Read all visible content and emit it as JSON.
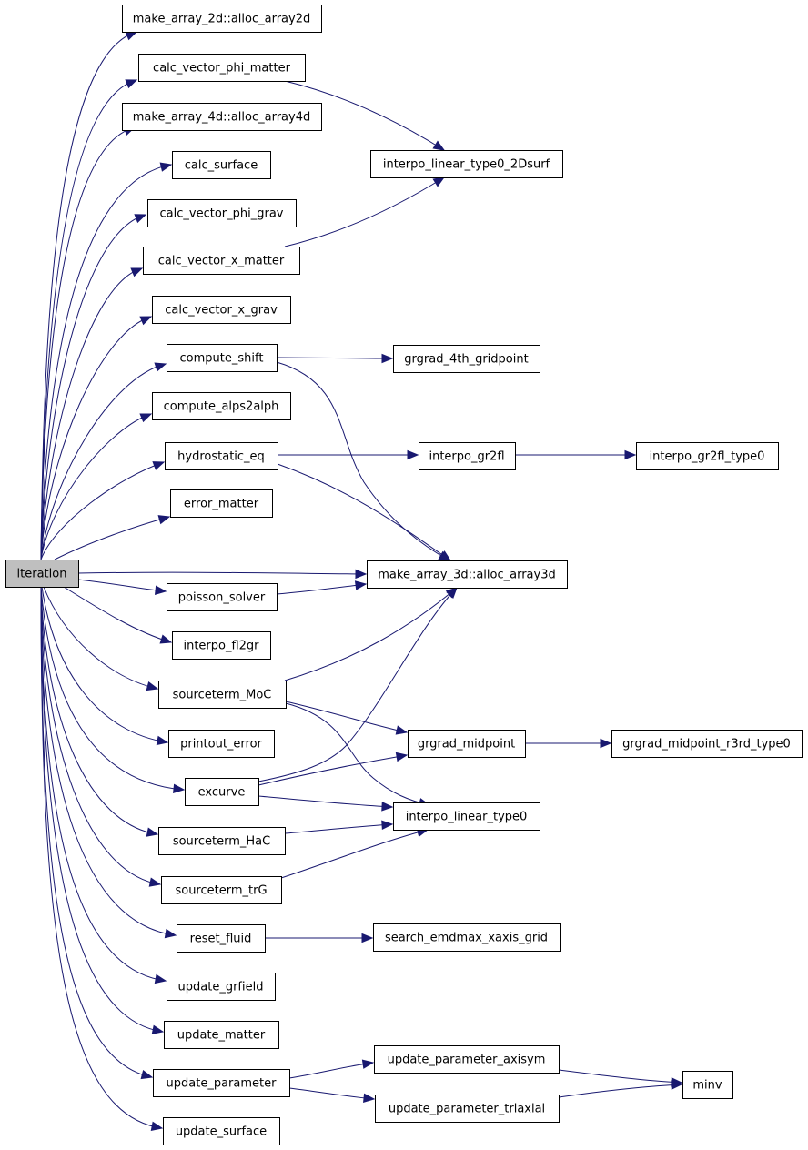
{
  "graph": {
    "colors": {
      "edge": "#191970",
      "node_border": "#000000",
      "root_fill": "#bfbfbf",
      "node_fill": "#ffffff"
    },
    "root": "iteration",
    "nodes": [
      {
        "id": "iteration",
        "label": "iteration"
      },
      {
        "id": "alloc_array2d",
        "label": "make_array_2d::alloc_array2d"
      },
      {
        "id": "calc_vector_phi_matter",
        "label": "calc_vector_phi_matter"
      },
      {
        "id": "alloc_array4d",
        "label": "make_array_4d::alloc_array4d"
      },
      {
        "id": "calc_surface",
        "label": "calc_surface"
      },
      {
        "id": "calc_vector_phi_grav",
        "label": "calc_vector_phi_grav"
      },
      {
        "id": "calc_vector_x_matter",
        "label": "calc_vector_x_matter"
      },
      {
        "id": "calc_vector_x_grav",
        "label": "calc_vector_x_grav"
      },
      {
        "id": "compute_shift",
        "label": "compute_shift"
      },
      {
        "id": "compute_alps2alph",
        "label": "compute_alps2alph"
      },
      {
        "id": "hydrostatic_eq",
        "label": "hydrostatic_eq"
      },
      {
        "id": "error_matter",
        "label": "error_matter"
      },
      {
        "id": "poisson_solver",
        "label": "poisson_solver"
      },
      {
        "id": "interpo_fl2gr",
        "label": "interpo_fl2gr"
      },
      {
        "id": "sourceterm_MoC",
        "label": "sourceterm_MoC"
      },
      {
        "id": "printout_error",
        "label": "printout_error"
      },
      {
        "id": "excurve",
        "label": "excurve"
      },
      {
        "id": "sourceterm_HaC",
        "label": "sourceterm_HaC"
      },
      {
        "id": "sourceterm_trG",
        "label": "sourceterm_trG"
      },
      {
        "id": "reset_fluid",
        "label": "reset_fluid"
      },
      {
        "id": "update_grfield",
        "label": "update_grfield"
      },
      {
        "id": "update_matter",
        "label": "update_matter"
      },
      {
        "id": "update_parameter",
        "label": "update_parameter"
      },
      {
        "id": "update_surface",
        "label": "update_surface"
      },
      {
        "id": "interpo_linear_type0_2Dsurf",
        "label": "interpo_linear_type0_2Dsurf"
      },
      {
        "id": "grgrad_4th_gridpoint",
        "label": "grgrad_4th_gridpoint"
      },
      {
        "id": "interpo_gr2fl",
        "label": "interpo_gr2fl"
      },
      {
        "id": "alloc_array3d",
        "label": "make_array_3d::alloc_array3d"
      },
      {
        "id": "grgrad_midpoint",
        "label": "grgrad_midpoint"
      },
      {
        "id": "interpo_linear_type0",
        "label": "interpo_linear_type0"
      },
      {
        "id": "search_emdmax_xaxis_grid",
        "label": "search_emdmax_xaxis_grid"
      },
      {
        "id": "update_parameter_axisym",
        "label": "update_parameter_axisym"
      },
      {
        "id": "update_parameter_triaxial",
        "label": "update_parameter_triaxial"
      },
      {
        "id": "interpo_gr2fl_type0",
        "label": "interpo_gr2fl_type0"
      },
      {
        "id": "grgrad_midpoint_r3rd_type0",
        "label": "grgrad_midpoint_r3rd_type0"
      },
      {
        "id": "minv",
        "label": "minv"
      }
    ],
    "edges": [
      {
        "from": "iteration",
        "to": "alloc_array2d"
      },
      {
        "from": "iteration",
        "to": "calc_vector_phi_matter"
      },
      {
        "from": "iteration",
        "to": "alloc_array4d"
      },
      {
        "from": "iteration",
        "to": "calc_surface"
      },
      {
        "from": "iteration",
        "to": "calc_vector_phi_grav"
      },
      {
        "from": "iteration",
        "to": "calc_vector_x_matter"
      },
      {
        "from": "iteration",
        "to": "calc_vector_x_grav"
      },
      {
        "from": "iteration",
        "to": "compute_shift"
      },
      {
        "from": "iteration",
        "to": "compute_alps2alph"
      },
      {
        "from": "iteration",
        "to": "hydrostatic_eq"
      },
      {
        "from": "iteration",
        "to": "error_matter"
      },
      {
        "from": "iteration",
        "to": "alloc_array3d"
      },
      {
        "from": "iteration",
        "to": "poisson_solver"
      },
      {
        "from": "iteration",
        "to": "interpo_fl2gr"
      },
      {
        "from": "iteration",
        "to": "sourceterm_MoC"
      },
      {
        "from": "iteration",
        "to": "printout_error"
      },
      {
        "from": "iteration",
        "to": "excurve"
      },
      {
        "from": "iteration",
        "to": "sourceterm_HaC"
      },
      {
        "from": "iteration",
        "to": "sourceterm_trG"
      },
      {
        "from": "iteration",
        "to": "reset_fluid"
      },
      {
        "from": "iteration",
        "to": "update_grfield"
      },
      {
        "from": "iteration",
        "to": "update_matter"
      },
      {
        "from": "iteration",
        "to": "update_parameter"
      },
      {
        "from": "iteration",
        "to": "update_surface"
      },
      {
        "from": "calc_vector_phi_matter",
        "to": "interpo_linear_type0_2Dsurf"
      },
      {
        "from": "calc_vector_x_matter",
        "to": "interpo_linear_type0_2Dsurf"
      },
      {
        "from": "compute_shift",
        "to": "grgrad_4th_gridpoint"
      },
      {
        "from": "compute_shift",
        "to": "alloc_array3d"
      },
      {
        "from": "hydrostatic_eq",
        "to": "interpo_gr2fl"
      },
      {
        "from": "hydrostatic_eq",
        "to": "alloc_array3d"
      },
      {
        "from": "interpo_gr2fl",
        "to": "interpo_gr2fl_type0"
      },
      {
        "from": "poisson_solver",
        "to": "alloc_array3d"
      },
      {
        "from": "sourceterm_MoC",
        "to": "alloc_array3d"
      },
      {
        "from": "sourceterm_MoC",
        "to": "grgrad_midpoint"
      },
      {
        "from": "sourceterm_MoC",
        "to": "interpo_linear_type0"
      },
      {
        "from": "grgrad_midpoint",
        "to": "grgrad_midpoint_r3rd_type0"
      },
      {
        "from": "excurve",
        "to": "alloc_array3d"
      },
      {
        "from": "excurve",
        "to": "grgrad_midpoint"
      },
      {
        "from": "excurve",
        "to": "interpo_linear_type0"
      },
      {
        "from": "sourceterm_HaC",
        "to": "interpo_linear_type0"
      },
      {
        "from": "sourceterm_trG",
        "to": "interpo_linear_type0"
      },
      {
        "from": "reset_fluid",
        "to": "search_emdmax_xaxis_grid"
      },
      {
        "from": "update_parameter",
        "to": "update_parameter_axisym"
      },
      {
        "from": "update_parameter",
        "to": "update_parameter_triaxial"
      },
      {
        "from": "update_parameter_axisym",
        "to": "minv"
      },
      {
        "from": "update_parameter_triaxial",
        "to": "minv"
      }
    ]
  }
}
